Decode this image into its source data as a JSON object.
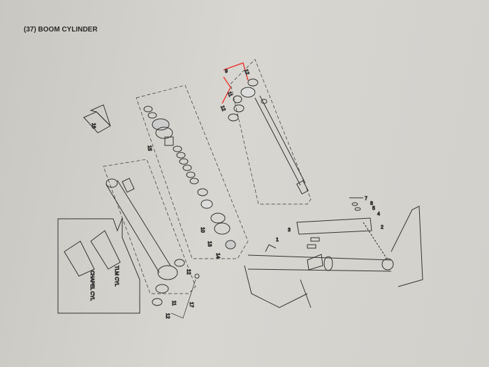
{
  "title": "(37) BOOM CYLINDER",
  "callouts": {
    "n12a": "12",
    "n9": "9",
    "n11a": "11",
    "n12b": "12",
    "n15": "15",
    "n16": "16",
    "n10": "10",
    "n13": "13",
    "n14": "14",
    "n12c": "12",
    "n11b": "11",
    "n12d": "12",
    "n17": "17",
    "n7": "7",
    "n8": "8",
    "n5": "5",
    "n4": "4",
    "n2": "2",
    "n3": "3",
    "n1": "1"
  },
  "inset": {
    "tlm": "TLM CYL",
    "chapel": "CHAPEL CYL"
  },
  "colors": {
    "paper": "#d2d0cb",
    "ink": "#333333",
    "highlight": "#e8403a"
  }
}
